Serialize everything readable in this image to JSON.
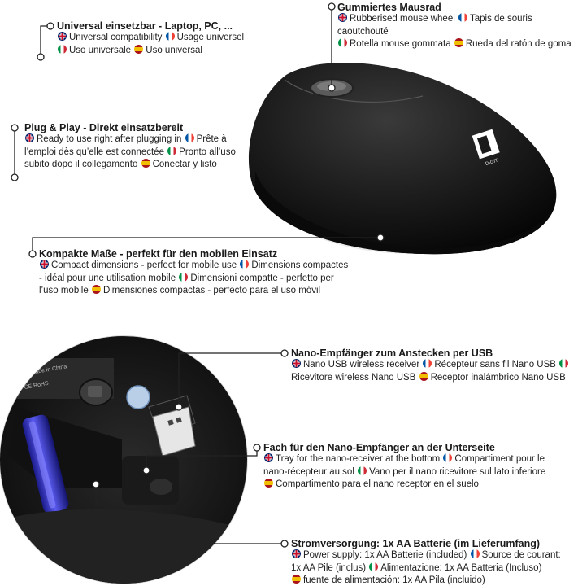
{
  "brand": {
    "logo_text": "DIGIT"
  },
  "bottom_product": {
    "label_text": "Made in China",
    "cert_text": "CE RoHS"
  },
  "callouts": {
    "universal": {
      "title": "Universal einsetzbar - Laptop, PC, ...",
      "lines": [
        [
          {
            "flag": "uk",
            "text": "Universal compatibility"
          },
          {
            "flag": "fr",
            "text": "Usage universel"
          }
        ],
        [
          {
            "flag": "it",
            "text": "Uso universale"
          },
          {
            "flag": "es",
            "text": "Uso universal"
          }
        ]
      ]
    },
    "wheel": {
      "title": "Gummiertes Mausrad",
      "lines": [
        [
          {
            "flag": "uk",
            "text": "Rubberised mouse wheel"
          },
          {
            "flag": "fr",
            "text": "Tapis de souris caoutchouté"
          }
        ],
        [
          {
            "flag": "it",
            "text": "Rotella mouse gommata"
          },
          {
            "flag": "es",
            "text": "Rueda del ratón de goma"
          }
        ]
      ]
    },
    "plugplay": {
      "title": "Plug & Play - Direkt einsatzbereit",
      "lines": [
        [
          {
            "flag": "uk",
            "text": "Ready to use right after plugging in"
          },
          {
            "flag": "fr",
            "text": "Prête à"
          }
        ],
        [
          {
            "flag": "",
            "text": "l’emploi dès qu’elle est connectée"
          },
          {
            "flag": "it",
            "text": "Pronto all’uso"
          }
        ],
        [
          {
            "flag": "",
            "text": "subito dopo il collegamento"
          },
          {
            "flag": "es",
            "text": "Conectar y listo"
          }
        ]
      ]
    },
    "compact": {
      "title": "Kompakte Maße - perfekt für den mobilen Einsatz",
      "lines": [
        [
          {
            "flag": "uk",
            "text": "Compact dimensions - perfect for mobile use"
          },
          {
            "flag": "fr",
            "text": "Dimensions compactes"
          }
        ],
        [
          {
            "flag": "",
            "text": "- idéal pour une utilisation mobile"
          },
          {
            "flag": "it",
            "text": "Dimensioni compatte - perfetto per"
          }
        ],
        [
          {
            "flag": "",
            "text": "l’uso mobile"
          },
          {
            "flag": "es",
            "text": "Dimensiones compactas - perfecto para el uso móvil"
          }
        ]
      ]
    },
    "nano": {
      "title": "Nano-Empfänger zum Anstecken per USB",
      "lines": [
        [
          {
            "flag": "uk",
            "text": "Nano USB wireless receiver"
          },
          {
            "flag": "fr",
            "text": "Récepteur sans fil Nano USB"
          },
          {
            "flag": "it",
            "text": ""
          }
        ],
        [
          {
            "flag": "",
            "text": "Ricevitore wireless Nano USB"
          },
          {
            "flag": "es",
            "text": "Receptor inalámbrico Nano USB"
          }
        ]
      ]
    },
    "tray": {
      "title": "Fach für den Nano-Empfänger an der Unterseite",
      "lines": [
        [
          {
            "flag": "uk",
            "text": "Tray for the nano-receiver at the bottom"
          },
          {
            "flag": "fr",
            "text": "Compartiment pour le"
          }
        ],
        [
          {
            "flag": "",
            "text": "nano-récepteur au sol"
          },
          {
            "flag": "it",
            "text": "Vano per il nano ricevitore sul lato inferiore"
          }
        ],
        [
          {
            "flag": "es",
            "text": "Compartimento para el nano receptor en el suelo"
          }
        ]
      ]
    },
    "power": {
      "title": "Stromversorgung: 1x AA Batterie (im Lieferumfang)",
      "lines": [
        [
          {
            "flag": "uk",
            "text": "Power supply: 1x AA Batterie (included)"
          },
          {
            "flag": "fr",
            "text": "Source de courant:"
          }
        ],
        [
          {
            "flag": "",
            "text": "1x AA Pile (inclus)"
          },
          {
            "flag": "it",
            "text": "Alimentazione: 1x AA Batteria (Incluso)"
          }
        ],
        [
          {
            "flag": "es",
            "text": "fuente de alimentación: 1x AA Pila (incluido)"
          }
        ]
      ]
    }
  }
}
